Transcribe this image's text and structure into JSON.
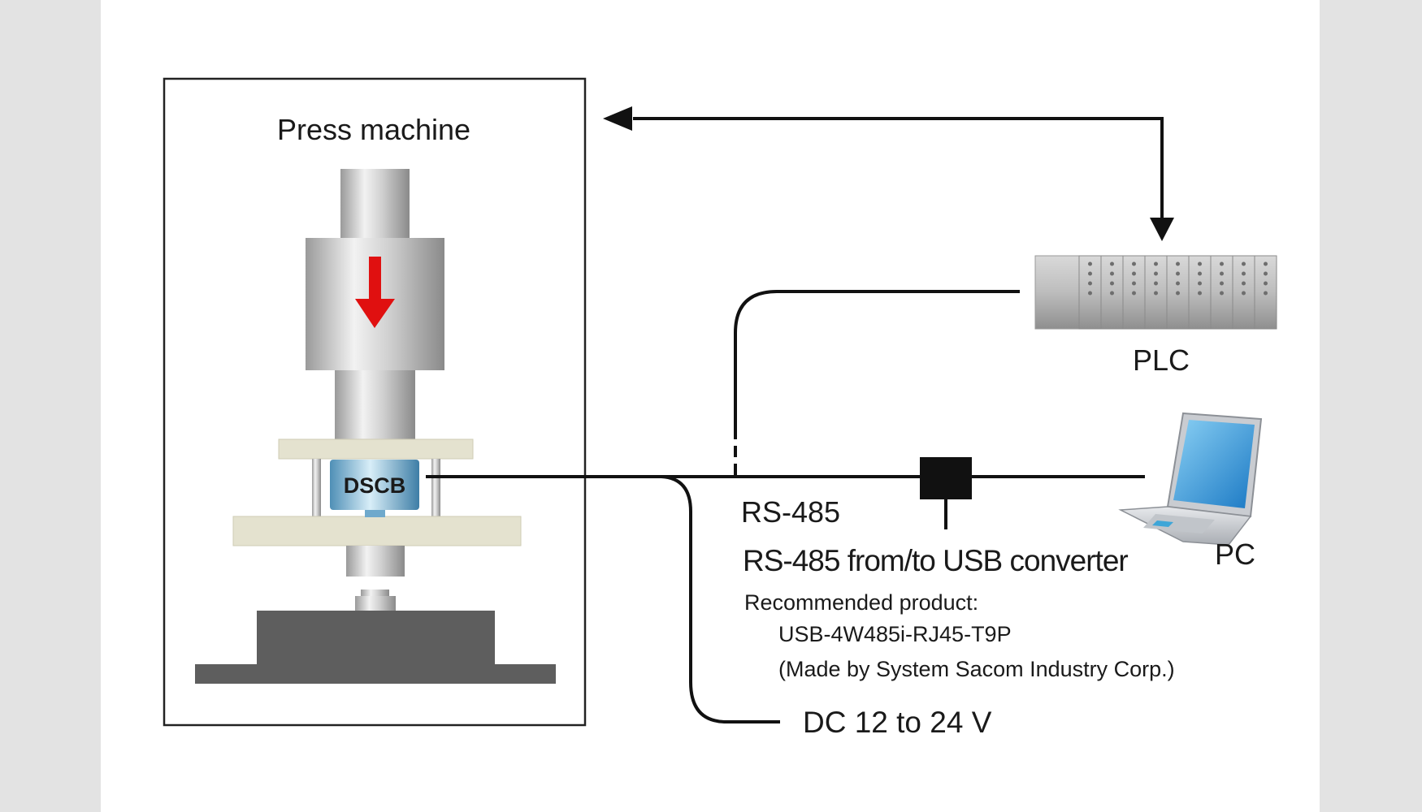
{
  "labels": {
    "press_machine": "Press machine",
    "sensor": "DSCB",
    "plc": "PLC",
    "pc": "PC",
    "rs485": "RS-485",
    "converter": "RS-485 from/to USB converter",
    "recommended": "Recommended product:",
    "product_model": "USB-4W485i-RJ45-T9P",
    "manufacturer": "(Made by System Sacom Industry Corp.)",
    "power": "DC 12 to 24 V"
  },
  "colors": {
    "line": "#111111",
    "arrow_red": "#e01010",
    "plate": "#e4e2cf",
    "base": "#5e5e5e"
  }
}
